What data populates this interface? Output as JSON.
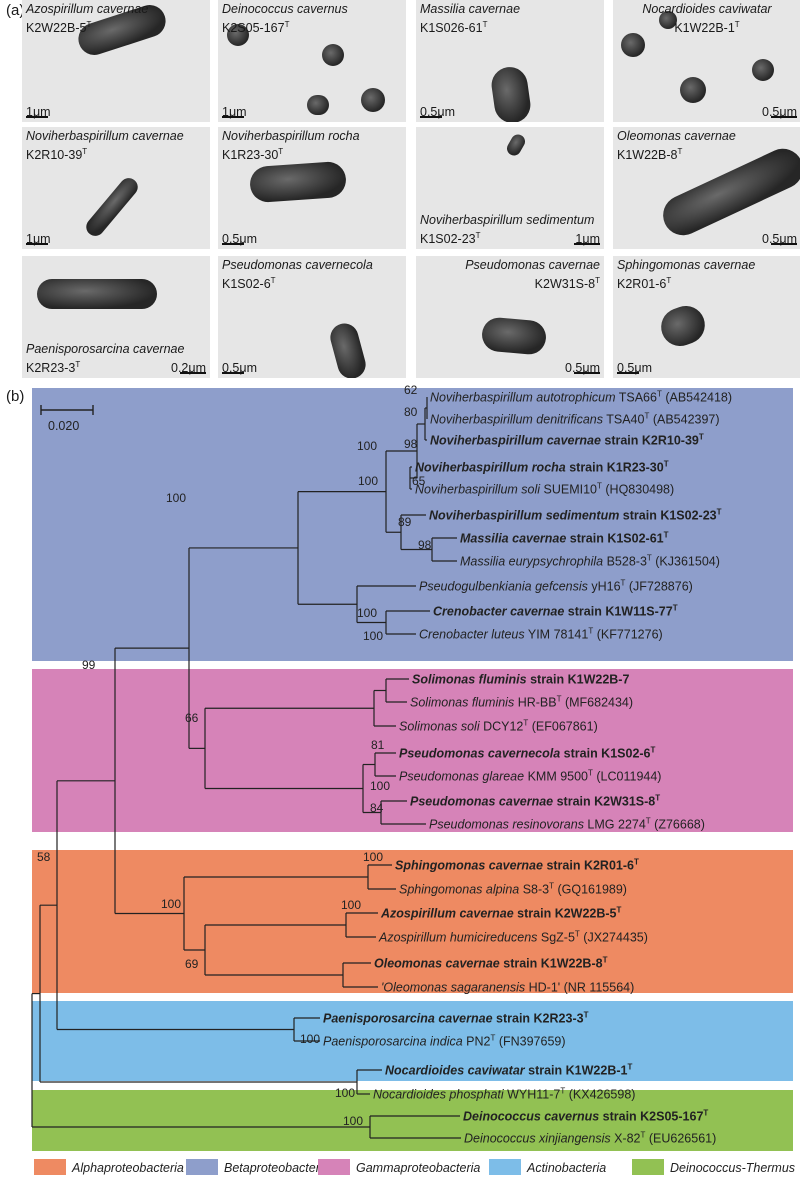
{
  "panels": {
    "a": "(a)",
    "b": "(b)"
  },
  "micrographs": [
    {
      "species": "Azospirillum cavernae",
      "strain": "K2W22B-5",
      "sup": "T",
      "scale": "1μm"
    },
    {
      "species": "Deinococcus cavernus",
      "strain": "K2S05-167",
      "sup": "T",
      "scale": "1μm"
    },
    {
      "species": "Massilia cavernae",
      "strain": "K1S026-61",
      "sup": "T",
      "scale": "0.5μm"
    },
    {
      "species": "Nocardioides caviwatar",
      "strain": "K1W22B-1",
      "sup": "T",
      "scale": "0.5μm"
    },
    {
      "species": "Noviherbaspirillum cavernae",
      "strain": "K2R10-39",
      "sup": "T",
      "scale": "1μm"
    },
    {
      "species": "Noviherbaspirillum rocha",
      "strain": "K1R23-30",
      "sup": "T",
      "scale": "0.5μm"
    },
    {
      "species": "Noviherbaspirillum sedimentum",
      "strain": "K1S02-23",
      "sup": "T",
      "scale": "1μm"
    },
    {
      "species": "Oleomonas cavernae",
      "strain": "K1W22B-8",
      "sup": "T",
      "scale": "0.5μm"
    },
    {
      "species": "Paenisporosarcina cavernae",
      "strain": "K2R23-3",
      "sup": "T",
      "scale": "0.2μm"
    },
    {
      "species": "Pseudomonas cavernecola",
      "strain": "K1S02-6",
      "sup": "T",
      "scale": "0.5μm"
    },
    {
      "species": "Pseudomonas cavernae",
      "strain": "K2W31S-8",
      "sup": "T",
      "scale": "0.5μm"
    },
    {
      "species": "Sphingomonas cavernae",
      "strain": "K2R01-6",
      "sup": "T",
      "scale": "0.5μm"
    }
  ],
  "tree": {
    "scale_bar": "0.020",
    "colors": {
      "Betaproteobacteria": "#8e9ecb",
      "Gammaproteobacteria": "#d683b8",
      "Alphaproteobacteria": "#ee8a62",
      "Actinobacteria": "#7dbde8",
      "Deinococcus-Thermus": "#92c153"
    },
    "taxa": [
      {
        "id": "t1",
        "name": "Noviherbaspirillum autotrophicum",
        "rest": " TSA66",
        "sup": "T",
        "acc": " (AB542418)",
        "bold": false
      },
      {
        "id": "t2",
        "name": "Noviherbaspirillum denitrificans",
        "rest": " TSA40",
        "sup": "T",
        "acc": " (AB542397)",
        "bold": false
      },
      {
        "id": "t3",
        "name": "Noviherbaspirillum cavernae",
        "rest": " strain K2R10-39",
        "sup": "T",
        "acc": "",
        "bold": true
      },
      {
        "id": "t4",
        "name": "Noviherbaspirillum rocha",
        "rest": " strain K1R23-30",
        "sup": "T",
        "acc": "",
        "bold": true
      },
      {
        "id": "t5",
        "name": "Noviherbaspirillum soli",
        "rest": " SUEMI10",
        "sup": "T",
        "acc": " (HQ830498)",
        "bold": false
      },
      {
        "id": "t6",
        "name": "Noviherbaspirillum sedimentum",
        "rest": " strain K1S02-23",
        "sup": "T",
        "acc": "",
        "bold": true
      },
      {
        "id": "t7",
        "name": "Massilia cavernae",
        "rest": " strain K1S02-61",
        "sup": "T",
        "acc": "",
        "bold": true
      },
      {
        "id": "t8",
        "name": "Massilia eurypsychrophila",
        "rest": " B528-3",
        "sup": "T",
        "acc": " (KJ361504)",
        "bold": false
      },
      {
        "id": "t9",
        "name": "Pseudogulbenkiania gefcensis",
        "rest": " yH16",
        "sup": "T",
        "acc": " (JF728876)",
        "bold": false
      },
      {
        "id": "t10",
        "name": "Crenobacter cavernae",
        "rest": " strain K1W11S-77",
        "sup": "T",
        "acc": "",
        "bold": true
      },
      {
        "id": "t11",
        "name": "Crenobacter luteus",
        "rest": " YIM 78141",
        "sup": "T",
        "acc": " (KF771276)",
        "bold": false
      },
      {
        "id": "t12",
        "name": "Solimonas fluminis",
        "rest": " strain K1W22B-7",
        "sup": "",
        "acc": "",
        "bold": true
      },
      {
        "id": "t13",
        "name": "Solimonas fluminis",
        "rest": " HR-BB",
        "sup": "T",
        "acc": " (MF682434)",
        "bold": false
      },
      {
        "id": "t14",
        "name": "Solimonas soli",
        "rest": " DCY12",
        "sup": "T",
        "acc": " (EF067861)",
        "bold": false
      },
      {
        "id": "t15",
        "name": "Pseudomonas cavernecola",
        "rest": " strain K1S02-6",
        "sup": "T",
        "acc": "",
        "bold": true
      },
      {
        "id": "t16",
        "name": "Pseudomonas glareae",
        "rest": " KMM 9500",
        "sup": "T",
        "acc": " (LC011944)",
        "bold": false
      },
      {
        "id": "t17",
        "name": "Pseudomonas cavernae",
        "rest": " strain K2W31S-8",
        "sup": "T",
        "acc": "",
        "bold": true
      },
      {
        "id": "t18",
        "name": "Pseudomonas resinovorans",
        "rest": " LMG 2274",
        "sup": "T",
        "acc": " (Z76668)",
        "bold": false
      },
      {
        "id": "t19",
        "name": "Sphingomonas cavernae",
        "rest": " strain K2R01-6",
        "sup": "T",
        "acc": "",
        "bold": true
      },
      {
        "id": "t20",
        "name": "Sphingomonas alpina",
        "rest": " S8-3",
        "sup": "T",
        "acc": " (GQ161989)",
        "bold": false
      },
      {
        "id": "t21",
        "name": "Azospirillum cavernae",
        "rest": " strain K2W22B-5",
        "sup": "T",
        "acc": "",
        "bold": true
      },
      {
        "id": "t22",
        "name": "Azospirillum humicireducens",
        "rest": " SgZ-5",
        "sup": "T",
        "acc": " (JX274435)",
        "bold": false
      },
      {
        "id": "t23",
        "name": "Oleomonas cavernae",
        "rest": " strain K1W22B-8",
        "sup": "T",
        "acc": "",
        "bold": true
      },
      {
        "id": "t24",
        "name": "'Oleomonas sagaranensis",
        "rest": " HD-1'",
        "sup": "",
        "acc": " (NR 115564)",
        "bold": false
      },
      {
        "id": "t25",
        "name": "Paenisporosarcina cavernae",
        "rest": " strain K2R23-3",
        "sup": "T",
        "acc": "",
        "bold": true
      },
      {
        "id": "t26",
        "name": "Paenisporosarcina indica",
        "rest": " PN2",
        "sup": "T",
        "acc": " (FN397659)",
        "bold": false
      },
      {
        "id": "t27",
        "name": "Nocardioides caviwatar",
        "rest": " strain K1W22B-1",
        "sup": "T",
        "acc": "",
        "bold": true
      },
      {
        "id": "t28",
        "name": "Nocardioides phosphati",
        "rest": " WYH11-7",
        "sup": "T",
        "acc": " (KX426598)",
        "bold": false
      },
      {
        "id": "t29",
        "name": "Deinococcus cavernus",
        "rest": " strain K2S05-167",
        "sup": "T",
        "acc": "",
        "bold": true
      },
      {
        "id": "t30",
        "name": "Deinococcus xinjiangensis",
        "rest": " X-82",
        "sup": "T",
        "acc": " (EU626561)",
        "bold": false
      }
    ],
    "bootstraps": [
      "62",
      "80",
      "98",
      "65",
      "100",
      "89",
      "98",
      "100",
      "100",
      "100",
      "100",
      "66",
      "81",
      "100",
      "84",
      "99",
      "100",
      "100",
      "100",
      "69",
      "58",
      "100",
      "100",
      "100"
    ],
    "legend": [
      "Alphaproteobacteria",
      "Betaproteobacteria",
      "Gammaproteobacteria",
      "Actinobacteria",
      "Deinococcus-Thermus"
    ]
  }
}
